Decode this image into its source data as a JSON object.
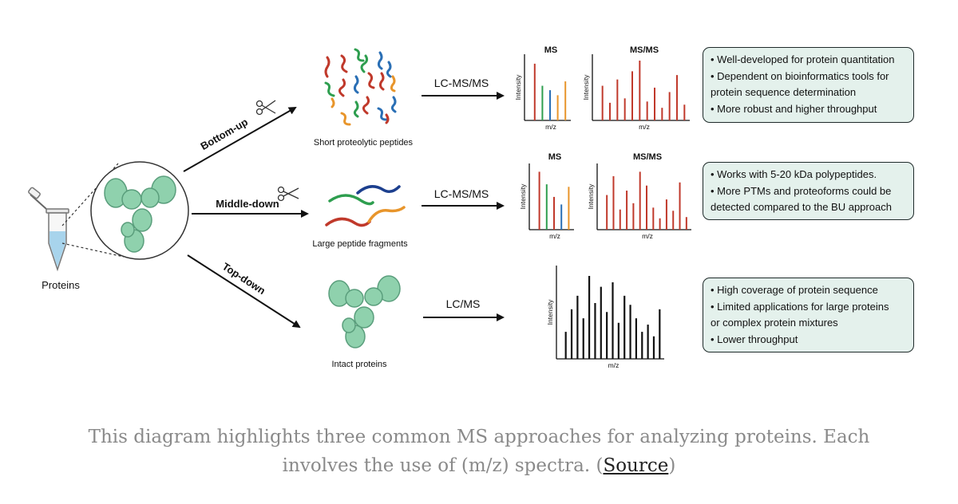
{
  "diagram": {
    "source_label": "Proteins",
    "routes": [
      {
        "name": "Bottom-up",
        "product_label": "Short proteolytic peptides",
        "method": "LC-MS/MS",
        "spectra": [
          {
            "title": "MS",
            "xlabel": "m/z",
            "ylabel": "Intensity",
            "peaks": [
              0.9,
              0.55,
              0.48,
              0.4,
              0.62
            ],
            "peak_colors": [
              "#c0392b",
              "#2e9e4f",
              "#2a6fb5",
              "#e8952b",
              "#e8952b"
            ]
          },
          {
            "title": "MS/MS",
            "xlabel": "m/z",
            "ylabel": "Intensity",
            "peaks": [
              0.55,
              0.28,
              0.65,
              0.35,
              0.78,
              0.95,
              0.3,
              0.52,
              0.2,
              0.45,
              0.72,
              0.25
            ],
            "peak_colors": [
              "#c0392b"
            ]
          }
        ],
        "notes": [
          "• Well-developed for protein quantitation",
          "• Dependent on bioinformatics tools for",
          "protein sequence determination",
          "• More robust and higher throughput"
        ]
      },
      {
        "name": "Middle-down",
        "product_label": "Large peptide fragments",
        "method": "LC-MS/MS",
        "spectra": [
          {
            "title": "MS",
            "xlabel": "m/z",
            "ylabel": "Intensity",
            "peaks": [
              0.92,
              0.72,
              0.52,
              0.4,
              0.68
            ],
            "peak_colors": [
              "#c0392b",
              "#2e9e4f",
              "#c0392b",
              "#2a6fb5",
              "#e8952b"
            ]
          },
          {
            "title": "MS/MS",
            "xlabel": "m/z",
            "ylabel": "Intensity",
            "peaks": [
              0.55,
              0.85,
              0.32,
              0.62,
              0.42,
              0.92,
              0.7,
              0.35,
              0.18,
              0.48,
              0.3,
              0.75,
              0.2
            ],
            "peak_colors": [
              "#c0392b"
            ]
          }
        ],
        "notes": [
          "• Works with 5-20 kDa polypeptides.",
          "• More PTMs and proteoforms could be",
          "detected compared to the BU approach"
        ]
      },
      {
        "name": "Top-down",
        "product_label": "Intact proteins",
        "method": "LC/MS",
        "spectra": [
          {
            "title": "",
            "xlabel": "m/z",
            "ylabel": "Intensity",
            "peaks": [
              0.3,
              0.55,
              0.7,
              0.45,
              0.92,
              0.62,
              0.8,
              0.52,
              0.85,
              0.4,
              0.7,
              0.6,
              0.45,
              0.3,
              0.38,
              0.25,
              0.55
            ],
            "peak_colors": [
              "#111111"
            ]
          }
        ],
        "notes": [
          "• High coverage of protein sequence",
          "• Limited applications for large proteins",
          "or complex protein mixtures",
          "• Lower throughput"
        ]
      }
    ]
  },
  "caption": {
    "line1": "This diagram highlights three common MS approaches for analyzing proteins. Each",
    "line2_prefix": "involves the use of (m/z) spectra. (",
    "link": "Source",
    "line2_suffix": ")"
  },
  "colors": {
    "protein": "#8fd1ad",
    "protein_dark": "#5a9e7c",
    "note_bg": "#e4f1ec",
    "peak_red": "#c0392b",
    "peak_green": "#2e9e4f",
    "peak_blue": "#2a6fb5",
    "peak_orange": "#e8952b",
    "caption": "#8a8a8a"
  }
}
